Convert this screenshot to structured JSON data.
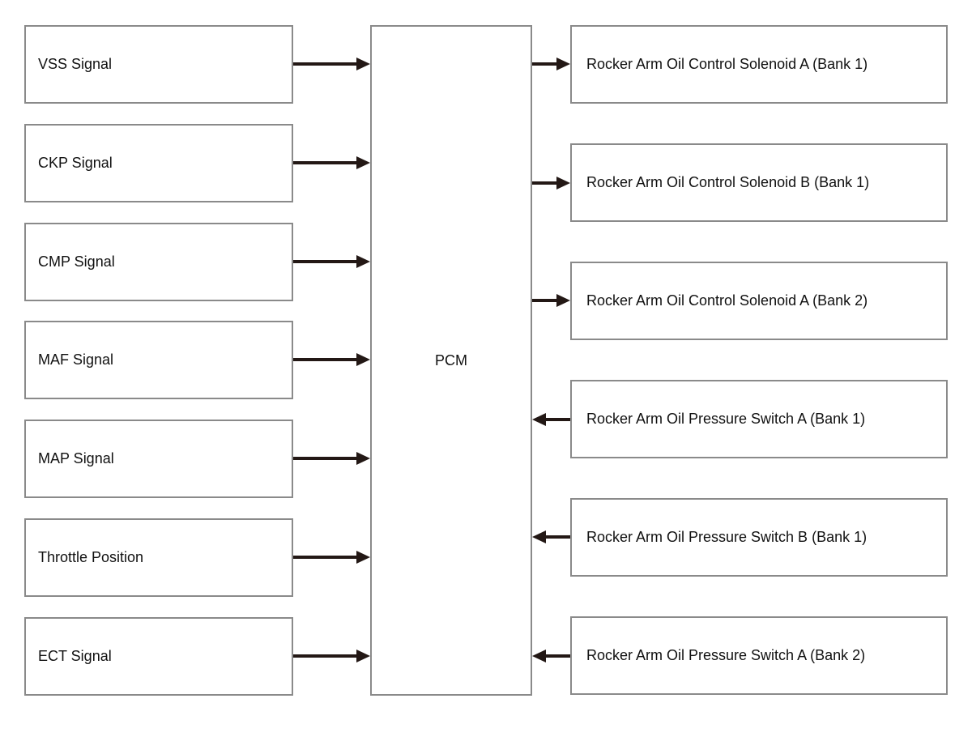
{
  "diagram": {
    "center": {
      "label": "PCM"
    },
    "inputs": [
      {
        "label": "VSS Signal"
      },
      {
        "label": "CKP Signal"
      },
      {
        "label": "CMP Signal"
      },
      {
        "label": "MAF Signal"
      },
      {
        "label": "MAP Signal"
      },
      {
        "label": "Throttle Position"
      },
      {
        "label": "ECT Signal"
      }
    ],
    "outputs": [
      {
        "label": "Rocker Arm Oil Control Solenoid A (Bank 1)",
        "direction": "from-pcm"
      },
      {
        "label": "Rocker Arm Oil Control Solenoid B (Bank 1)",
        "direction": "from-pcm"
      },
      {
        "label": "Rocker Arm Oil Control Solenoid A (Bank 2)",
        "direction": "from-pcm"
      },
      {
        "label": "Rocker Arm Oil Pressure Switch A (Bank 1)",
        "direction": "to-pcm"
      },
      {
        "label": "Rocker Arm Oil Pressure Switch B (Bank 1)",
        "direction": "to-pcm"
      },
      {
        "label": "Rocker Arm Oil Pressure Switch A (Bank 2)",
        "direction": "to-pcm"
      }
    ],
    "colors": {
      "border": "#8a8a8a",
      "arrow": "#231815",
      "text": "#111111"
    }
  }
}
